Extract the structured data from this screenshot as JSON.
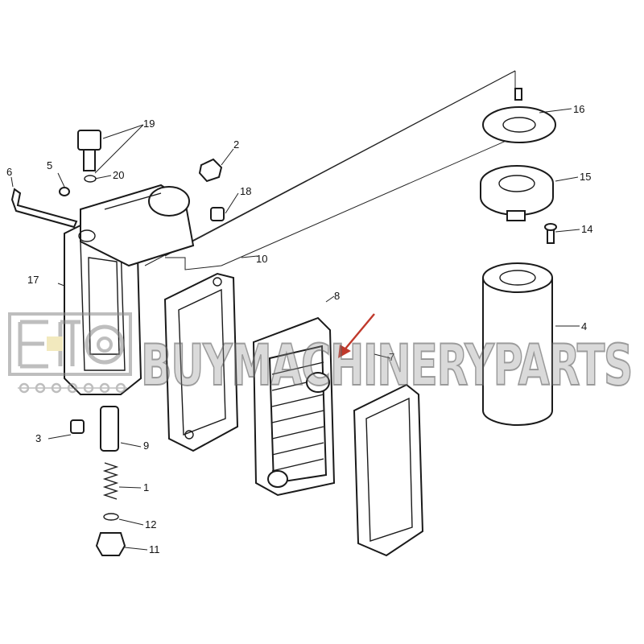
{
  "diagram": {
    "type": "exploded-parts-view",
    "callouts": [
      "1",
      "2",
      "3",
      "4",
      "5",
      "6",
      "7",
      "8",
      "9",
      "10",
      "11",
      "12",
      "14",
      "15",
      "16",
      "17",
      "18",
      "19",
      "20"
    ]
  },
  "watermark": {
    "text": "BUYMACHINERYPARTS",
    "logo": "wrench-gear-logo-icon"
  },
  "colors": {
    "line": "#1a1a1a",
    "arrow": "#c0392b",
    "watermark": "#969696"
  }
}
